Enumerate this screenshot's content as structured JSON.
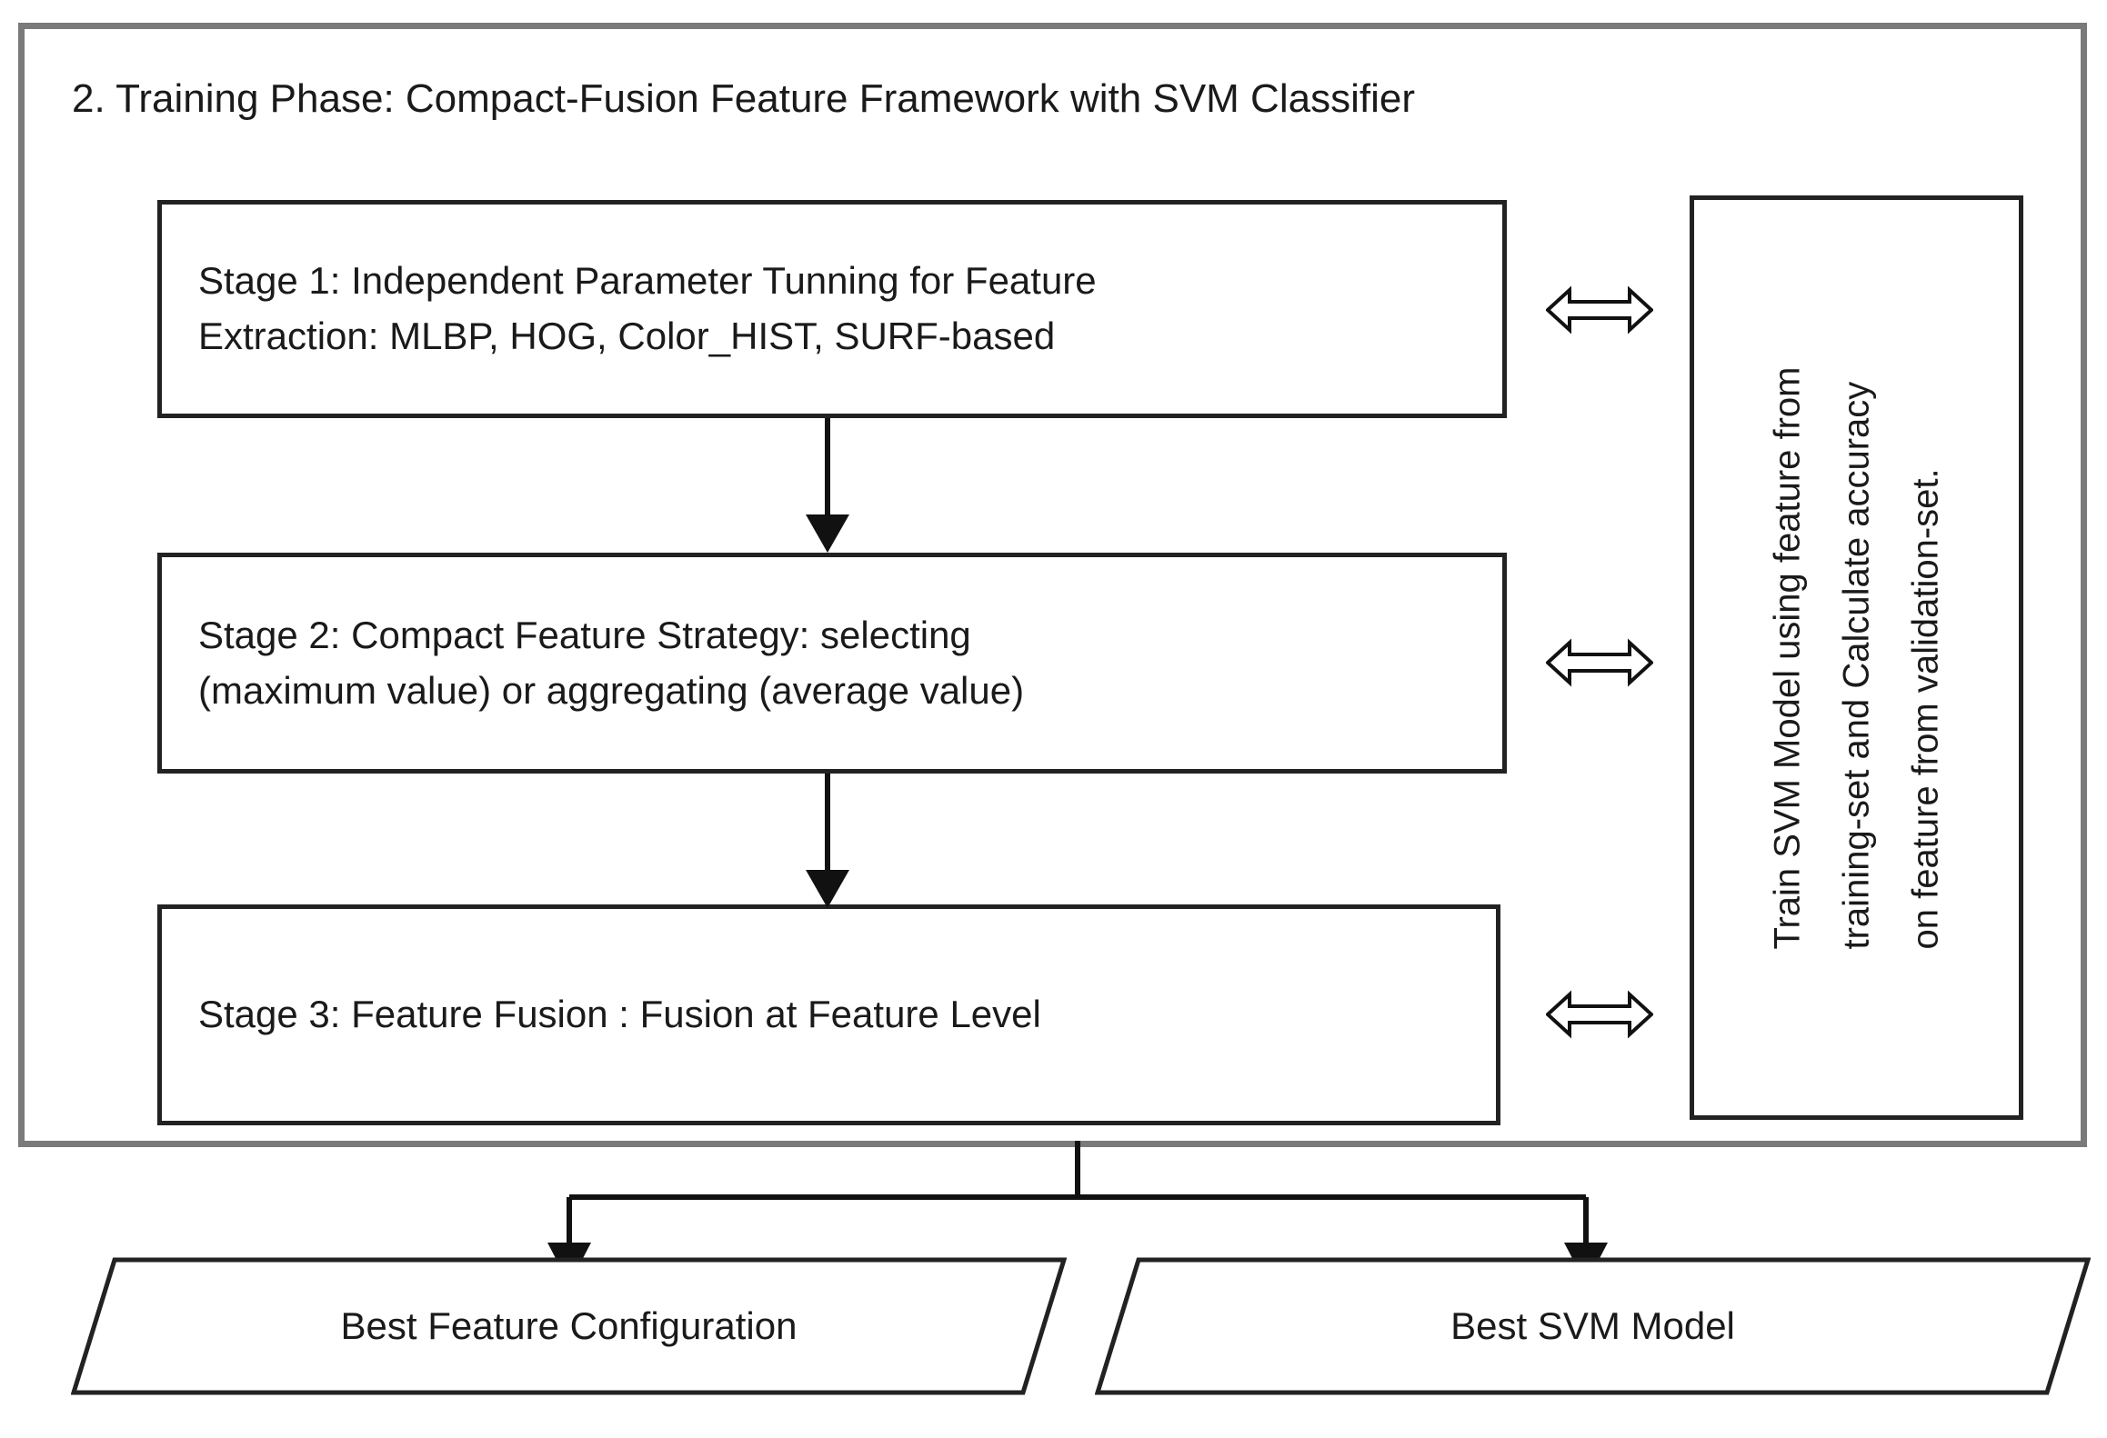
{
  "diagram": {
    "phase": {
      "title": "2. Training Phase: Compact-Fusion Feature Framework with SVM Classifier"
    },
    "stages": [
      {
        "id": "stage-1",
        "line1": "Stage 1: Independent Parameter Tunning for Feature",
        "line2": "Extraction: MLBP, HOG, Color_HIST, SURF-based"
      },
      {
        "id": "stage-2",
        "line1": "Stage 2: Compact Feature Strategy: selecting",
        "line2": "(maximum value) or aggregating (average value)"
      },
      {
        "id": "stage-3",
        "line1": "Stage 3: Feature Fusion : Fusion at Feature Level",
        "line2": ""
      }
    ],
    "svm_panel": {
      "full_text": "Train SVM Model using feature from training-set and Calculate accuracy on feature from validation-set.",
      "line1": "Train SVM Model using feature from",
      "line2": "training-set and Calculate accuracy",
      "line3": "on feature from validation-set."
    },
    "outputs": [
      {
        "id": "best-feature-configuration",
        "label": "Best Feature Configuration"
      },
      {
        "id": "best-svm-model",
        "label": "Best SVM Model"
      }
    ],
    "connectors": {
      "stage1_to_stage2": "down-arrow",
      "stage2_to_stage3": "down-arrow",
      "stage1_to_svm": "double-headed-arrow",
      "stage2_to_svm": "double-headed-arrow",
      "stage3_to_svm": "double-headed-arrow",
      "phase_to_outputs": "branching-split-arrow"
    },
    "colors": {
      "outer_border": "#7a7a7a",
      "box_border": "#222222",
      "text": "#1a1a1a",
      "background": "#ffffff",
      "connector": "#111111"
    }
  }
}
